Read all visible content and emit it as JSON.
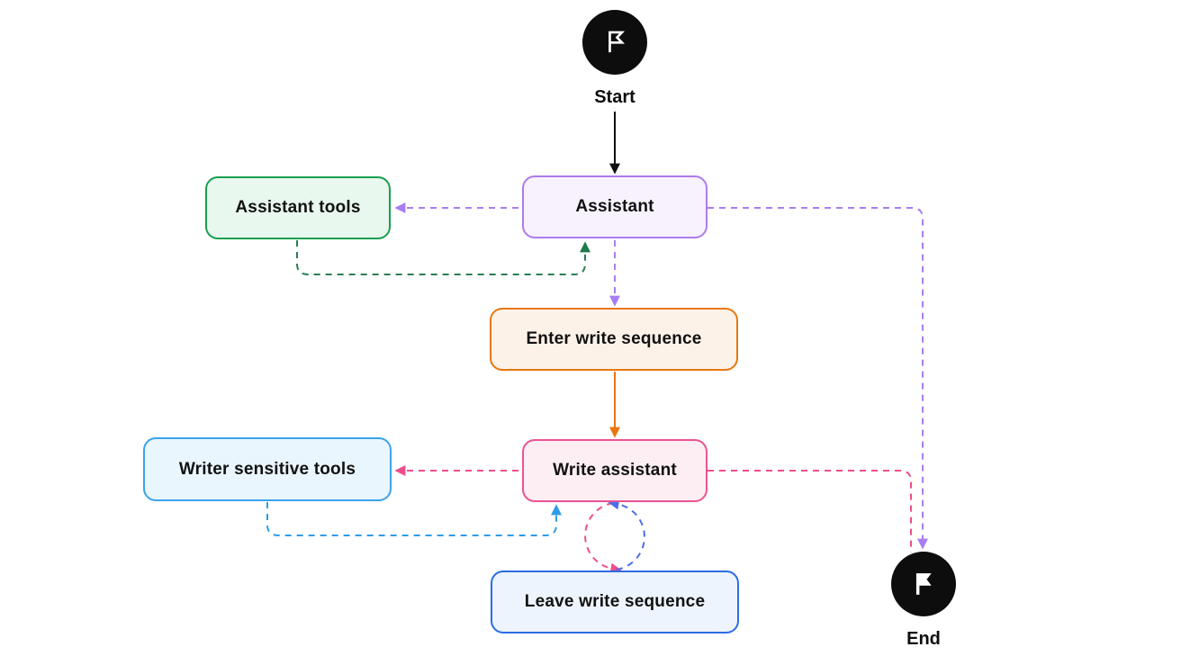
{
  "canvas": {
    "background": "#ffffff"
  },
  "diagram": {
    "nodes": {
      "start": {
        "label": "Start",
        "shape": "circle",
        "icon": "flag-outline-icon",
        "fill": "#0d0d0d"
      },
      "assistant": {
        "label": "Assistant",
        "shape": "box",
        "border": "#ad7bee",
        "fill": "#f8f2fe"
      },
      "assistant_tools": {
        "label": "Assistant tools",
        "shape": "box",
        "border": "#17a04e",
        "fill": "#e9f8ef"
      },
      "enter_write_sequence": {
        "label": "Enter write sequence",
        "shape": "box",
        "border": "#e8770e",
        "fill": "#fdf2e8"
      },
      "write_assistant": {
        "label": "Write assistant",
        "shape": "box",
        "border": "#ec5393",
        "fill": "#fdeef4"
      },
      "writer_sensitive_tools": {
        "label": "Writer sensitive tools",
        "shape": "box",
        "border": "#3ba3ea",
        "fill": "#e9f6fd"
      },
      "leave_write_sequence": {
        "label": "Leave write sequence",
        "shape": "box",
        "border": "#2b6de4",
        "fill": "#eef4fd"
      },
      "end": {
        "label": "End",
        "shape": "circle",
        "icon": "flag-filled-icon",
        "fill": "#0d0d0d"
      }
    },
    "edges": [
      {
        "id": "start-to-assistant",
        "from": "start",
        "to": "assistant",
        "style": "solid",
        "color": "#111111"
      },
      {
        "id": "assistant-to-assistant-tools",
        "from": "assistant",
        "to": "assistant_tools",
        "style": "dashed",
        "color": "#a97df2"
      },
      {
        "id": "assistant-tools-to-assistant",
        "from": "assistant_tools",
        "to": "assistant",
        "style": "dashed",
        "color": "#2a7e52"
      },
      {
        "id": "assistant-to-enter-write-sequence",
        "from": "assistant",
        "to": "enter_write_sequence",
        "style": "dashed",
        "color": "#a97df2"
      },
      {
        "id": "enter-write-sequence-to-write-assistant",
        "from": "enter_write_sequence",
        "to": "write_assistant",
        "style": "solid",
        "color": "#e8770e"
      },
      {
        "id": "write-assistant-to-writer-sensitive-tools",
        "from": "write_assistant",
        "to": "writer_sensitive_tools",
        "style": "dashed",
        "color": "#ee4d8d"
      },
      {
        "id": "writer-sensitive-tools-to-write-assistant",
        "from": "writer_sensitive_tools",
        "to": "write_assistant",
        "style": "dashed",
        "color": "#2f9ce8"
      },
      {
        "id": "write-assistant-to-leave-write-sequence",
        "from": "write_assistant",
        "to": "leave_write_sequence",
        "style": "dashed",
        "color": "#ee4d8d"
      },
      {
        "id": "leave-write-sequence-to-write-assistant",
        "from": "leave_write_sequence",
        "to": "write_assistant",
        "style": "dashed",
        "color": "#4a6fe8"
      },
      {
        "id": "assistant-to-end",
        "from": "assistant",
        "to": "end",
        "style": "dashed",
        "color": "#a97df2"
      },
      {
        "id": "write-assistant-to-end",
        "from": "write_assistant",
        "to": "end",
        "style": "dashed",
        "color": "#ee4d8d"
      }
    ]
  }
}
